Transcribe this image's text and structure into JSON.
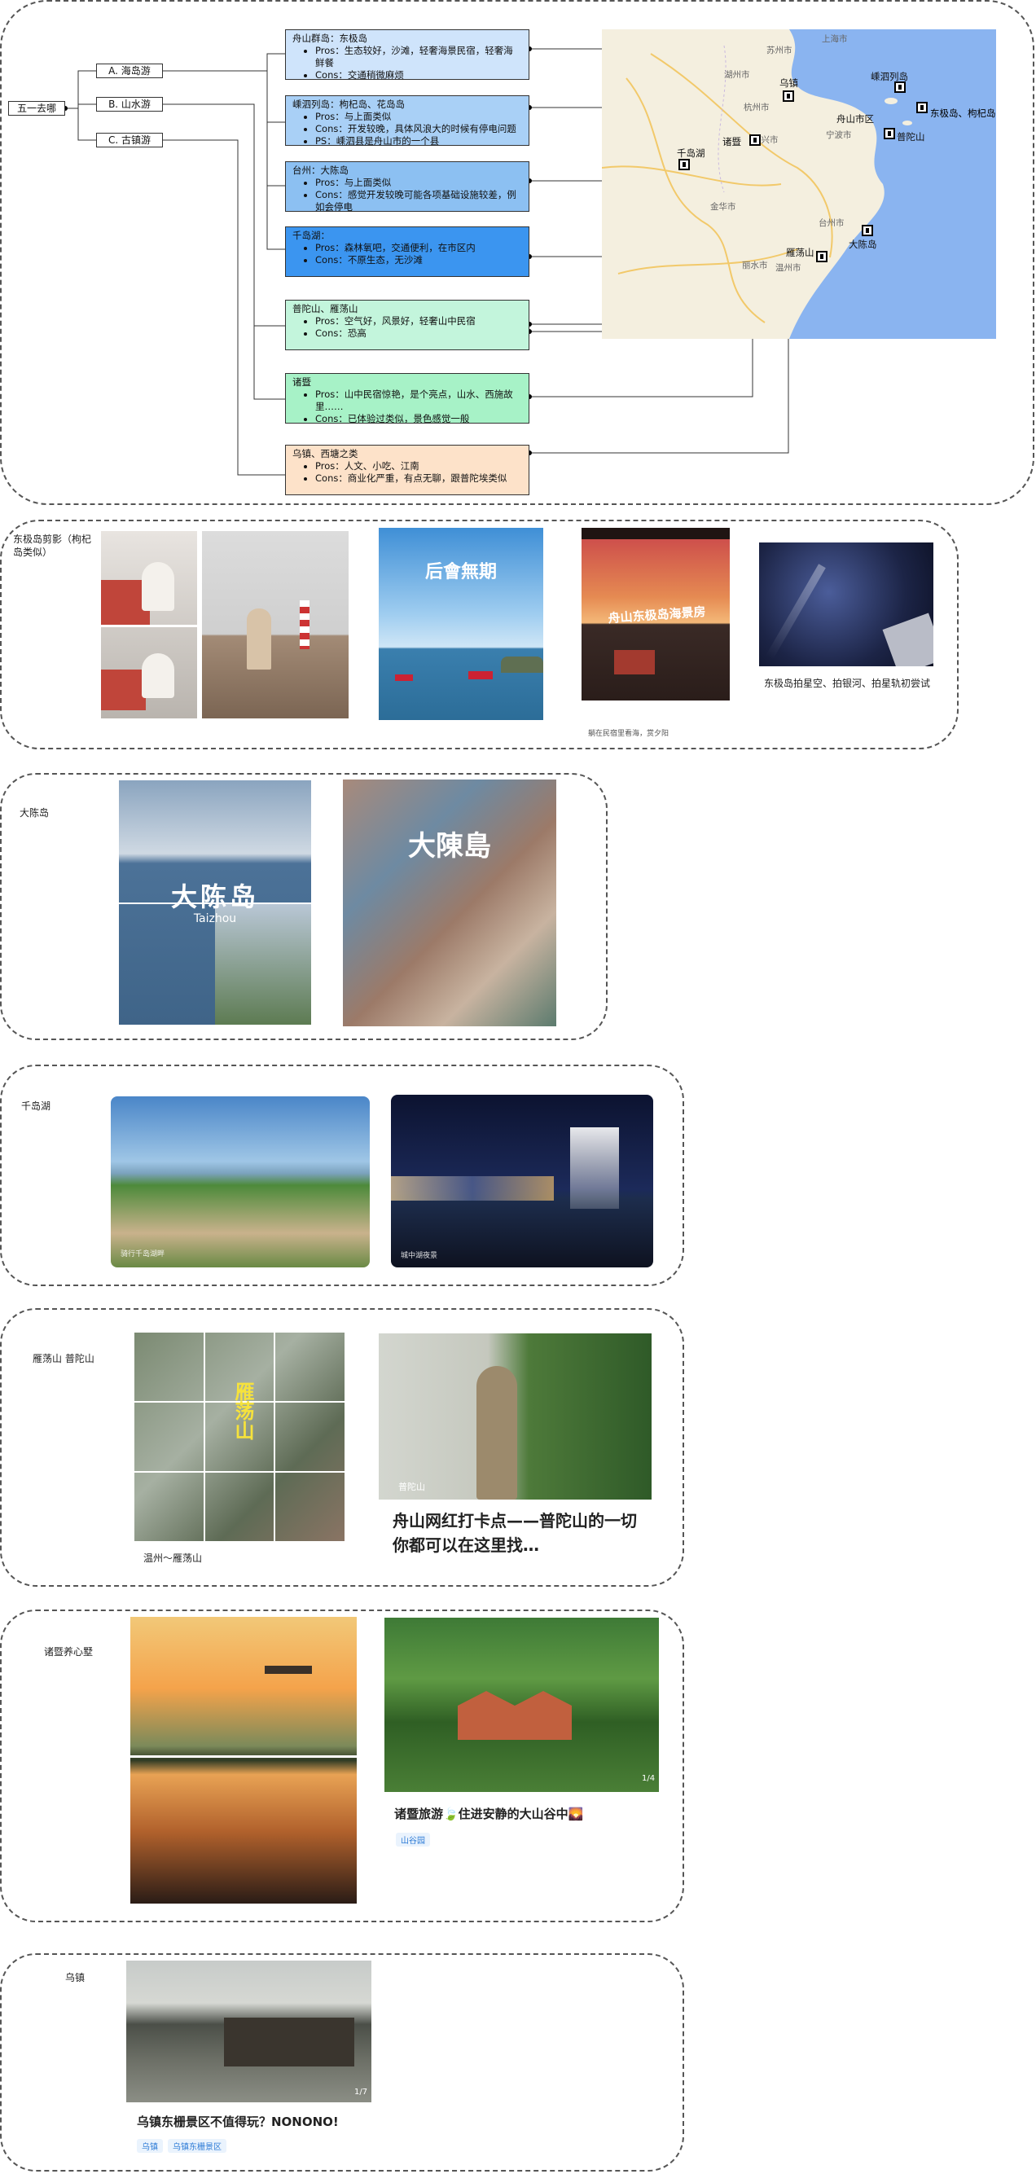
{
  "mindmap": {
    "root": "五一去哪",
    "branches": [
      "A. 海岛游",
      "B. 山水游",
      "C. 古镇游"
    ],
    "cards": [
      {
        "title": "舟山群岛：东极岛",
        "items": [
          "Pros：生态较好，沙滩，轻奢海景民宿，轻奢海鲜餐",
          "Cons：交通稍微麻烦"
        ],
        "color": "#cfe4fb"
      },
      {
        "title": "嵊泗列岛：枸杞岛、花岛岛",
        "items": [
          "Pros：与上面类似",
          "Cons：开发较晚，具体风浪大的时候有停电问题",
          "PS：嵊泗县是舟山市的一个县"
        ],
        "color": "#a9d0f6"
      },
      {
        "title": "台州：大陈岛",
        "items": [
          "Pros：与上面类似",
          "Cons：感觉开发较晚可能各项基础设施较差，例如会停电"
        ],
        "color": "#8cc0f2"
      },
      {
        "title": "千岛湖：",
        "items": [
          "Pros：森林氧吧，交通便利，在市区内",
          "Cons：不原生态，无沙滩"
        ],
        "color": "#3b95f0"
      },
      {
        "title": "普陀山、雁荡山",
        "items": [
          "Pros：空气好，风景好，轻奢山中民宿",
          "Cons：恐高"
        ],
        "color": "#c3f5dc"
      },
      {
        "title": "诸暨",
        "items": [
          "Pros：山中民宿惊艳，是个亮点，山水、西施故里……",
          "Cons：已体验过类似，景色感觉一般"
        ],
        "color": "#a7f2c7"
      },
      {
        "title": "乌镇、西塘之类",
        "items": [
          "Pros：人文、小吃、江南",
          "Cons：商业化严重，有点无聊，跟普陀埃类似"
        ],
        "color": "#fde2c9"
      }
    ]
  },
  "map": {
    "water_color": "#8ab4f0",
    "land_color": "#f5f1e6",
    "cities": [
      "上海市",
      "苏州市",
      "湖州市",
      "杭州市",
      "绍兴市",
      "宁波市",
      "舟山市区",
      "金华市",
      "台州市",
      "丽水市",
      "温州市"
    ],
    "pins": [
      "乌镇",
      "嵊泗列岛",
      "东极岛、枸杞岛",
      "普陀山",
      "诸暨",
      "千岛湖",
      "大陈岛",
      "雁荡山"
    ]
  },
  "sections": {
    "dongji": {
      "label": "东极岛剪影（枸杞岛类似）",
      "poster_text": "后會無期",
      "hotel_text": "舟山东极岛海景房",
      "hotel_caption": "躺在民宿里看海，赏夕阳",
      "star_caption": "东极岛拍星空、拍银河、拍星轨初尝试"
    },
    "dachen": {
      "label": "大陈岛",
      "title1": "大陈岛",
      "sub1": "Taizhou",
      "title2": "大陳島"
    },
    "qiandao": {
      "label": "千岛湖",
      "cap1": "骑行千岛湖畔",
      "cap2": "城中湖夜景"
    },
    "yandang": {
      "label": "雁荡山 普陀山",
      "vert_text": "雁荡山",
      "cap_left": "温州～雁荡山",
      "putuo_tag": "普陀山",
      "title": "舟山网红打卡点——普陀山的一切你都可以在这里找…"
    },
    "zhuji": {
      "label": "诸暨养心墅",
      "title": "诸暨旅游🍃住进安静的大山谷中🌄",
      "counter": "1/4",
      "tag": "山谷园"
    },
    "wuzhen": {
      "label": "乌镇",
      "title": "乌镇东栅景区不值得玩？NONONO!",
      "counter": "1/7",
      "tags": [
        "乌镇",
        "乌镇东栅景区"
      ]
    }
  }
}
